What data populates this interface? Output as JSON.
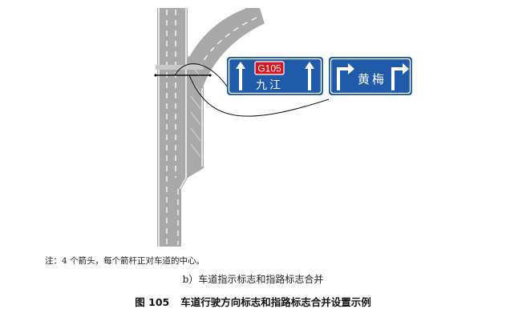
{
  "signs": {
    "left": {
      "route_badge": "G105",
      "place": "九江"
    },
    "right": {
      "place": "黄梅"
    }
  },
  "colors": {
    "sign_blue": "#1f5ba8",
    "sign_white": "#ffffff",
    "route_badge_red": "#d8141e",
    "road_gray": "#a9a9a9",
    "lane_marking": "#ffffff"
  },
  "text": {
    "note": "注：4 个箭头，每个箭杆正对车道的中心。",
    "subcaption": "b）车道指示标志和指路标志合并",
    "figure_number": "图 105",
    "figure_title": "车道行驶方向标志和指路标志合并设置示例"
  }
}
